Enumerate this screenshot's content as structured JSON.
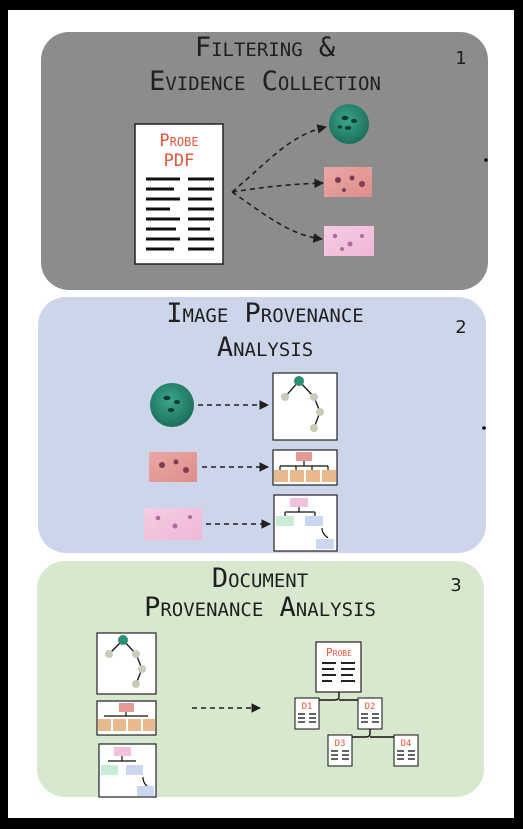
{
  "panels": [
    {
      "title_line1": "Filtering &",
      "title_line2": "Evidence Collection",
      "number": "1",
      "color": "#8c8c8c",
      "probe_line1": "Probe",
      "probe_line2": "PDF"
    },
    {
      "title_line1": "Image Provenance",
      "title_line2": "Analysis",
      "number": "2",
      "color": "#cdd5ea"
    },
    {
      "title_line1": "Document",
      "title_line2": "Provenance Analysis",
      "number": "3",
      "color": "#d7e8cf",
      "probe_label": "Probe",
      "doc_labels": [
        "D1",
        "D2",
        "D3",
        "D4"
      ]
    }
  ],
  "colors": {
    "frame": "#000000",
    "arrow": "#1f1f1f",
    "probe_text": "#e5553a",
    "micro_teal": "#2b8f78",
    "micro_red": "#e59a97",
    "micro_pink": "#f3c1de"
  }
}
